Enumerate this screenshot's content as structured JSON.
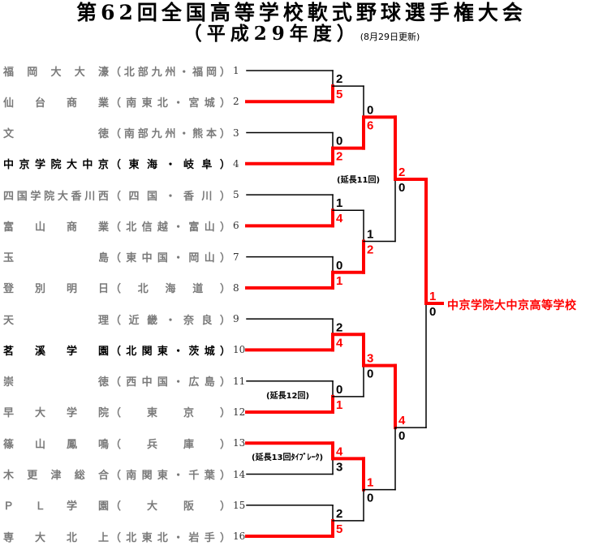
{
  "header": {
    "title": "第62回全国高等学校軟式野球選手権大会",
    "subtitle": "（平成29年度）",
    "updated": "(8月29日更新)"
  },
  "colors": {
    "winner": "#ff0000",
    "loser": "#000000",
    "team_default": "#7a7a7a",
    "team_advanced": "#000000"
  },
  "teams": [
    {
      "seed": "1",
      "name": [
        "福",
        "岡",
        "大",
        "大",
        "濠"
      ],
      "region": [
        "（",
        "北",
        "部",
        "九",
        "州",
        "・",
        "福",
        "岡",
        "）"
      ],
      "advanced": false
    },
    {
      "seed": "2",
      "name": [
        "仙",
        "台",
        "商",
        "業"
      ],
      "region": [
        "（",
        "南",
        "東",
        "北",
        "・",
        "宮",
        "城",
        "）"
      ],
      "advanced": false
    },
    {
      "seed": "3",
      "name": [
        "文",
        "徳"
      ],
      "region": [
        "（",
        "南",
        "部",
        "九",
        "州",
        "・",
        "熊",
        "本",
        "）"
      ],
      "advanced": false
    },
    {
      "seed": "4",
      "name": [
        "中",
        "京",
        "学",
        "院",
        "大",
        "中",
        "京"
      ],
      "region": [
        "（",
        "東",
        "海",
        "・",
        "岐",
        "阜",
        "）"
      ],
      "advanced": true
    },
    {
      "seed": "5",
      "name": [
        "四",
        "国",
        "学",
        "院",
        "大",
        "香",
        "川",
        "西"
      ],
      "region": [
        "（",
        "四",
        "国",
        "・",
        "香",
        "川",
        "）"
      ],
      "advanced": false
    },
    {
      "seed": "6",
      "name": [
        "富",
        "山",
        "商",
        "業"
      ],
      "region": [
        "（",
        "北",
        "信",
        "越",
        "・",
        "富",
        "山",
        "）"
      ],
      "advanced": false
    },
    {
      "seed": "7",
      "name": [
        "玉",
        "島"
      ],
      "region": [
        "（",
        "東",
        "中",
        "国",
        "・",
        "岡",
        "山",
        "）"
      ],
      "advanced": false
    },
    {
      "seed": "8",
      "name": [
        "登",
        "別",
        "明",
        "日"
      ],
      "region": [
        "（",
        "北",
        "海",
        "道",
        "）"
      ],
      "advanced": false
    },
    {
      "seed": "9",
      "name": [
        "天",
        "理"
      ],
      "region": [
        "（",
        "近",
        "畿",
        "・",
        "奈",
        "良",
        "）"
      ],
      "advanced": false
    },
    {
      "seed": "10",
      "name": [
        "茗",
        "溪",
        "学",
        "園"
      ],
      "region": [
        "（",
        "北",
        "関",
        "東",
        "・",
        "茨",
        "城",
        "）"
      ],
      "advanced": true
    },
    {
      "seed": "11",
      "name": [
        "崇",
        "徳"
      ],
      "region": [
        "（",
        "西",
        "中",
        "国",
        "・",
        "広",
        "島",
        "）"
      ],
      "advanced": false
    },
    {
      "seed": "12",
      "name": [
        "早",
        "大",
        "学",
        "院"
      ],
      "region": [
        "（",
        "東",
        "京",
        "）"
      ],
      "advanced": false
    },
    {
      "seed": "13",
      "name": [
        "篠",
        "山",
        "鳳",
        "鳴"
      ],
      "region": [
        "（",
        "兵",
        "庫",
        "）"
      ],
      "advanced": false
    },
    {
      "seed": "14",
      "name": [
        "木",
        "更",
        "津",
        "総",
        "合"
      ],
      "region": [
        "（",
        "南",
        "関",
        "東",
        "・",
        "千",
        "葉",
        "）"
      ],
      "advanced": false
    },
    {
      "seed": "15",
      "name": [
        "Ｐ",
        "Ｌ",
        "学",
        "園"
      ],
      "region": [
        "（",
        "大",
        "阪",
        "）"
      ],
      "advanced": false
    },
    {
      "seed": "16",
      "name": [
        "専",
        "大",
        "北",
        "上"
      ],
      "region": [
        "（",
        "北",
        "東",
        "北",
        "・",
        "岩",
        "手",
        "）"
      ],
      "advanced": false
    }
  ],
  "rounds": {
    "r1": [
      {
        "top_score": "2",
        "bottom_score": "5",
        "winner": "bottom",
        "note": ""
      },
      {
        "top_score": "0",
        "bottom_score": "2",
        "winner": "bottom",
        "note": ""
      },
      {
        "top_score": "1",
        "bottom_score": "4",
        "winner": "bottom",
        "note": ""
      },
      {
        "top_score": "0",
        "bottom_score": "1",
        "winner": "bottom",
        "note": ""
      },
      {
        "top_score": "2",
        "bottom_score": "4",
        "winner": "bottom",
        "note": ""
      },
      {
        "top_score": "0",
        "bottom_score": "1",
        "winner": "bottom",
        "note": "(延長12回)"
      },
      {
        "top_score": "4",
        "bottom_score": "3",
        "winner": "top",
        "note": "(延長13回ﾀｲﾌﾞﾚｰｸ)"
      },
      {
        "top_score": "2",
        "bottom_score": "5",
        "winner": "bottom",
        "note": ""
      }
    ],
    "r2": [
      {
        "top_score": "0",
        "bottom_score": "6",
        "winner": "bottom",
        "note": ""
      },
      {
        "top_score": "1",
        "bottom_score": "2",
        "winner": "bottom",
        "note": ""
      },
      {
        "top_score": "3",
        "bottom_score": "0",
        "winner": "top",
        "note": ""
      },
      {
        "top_score": "1",
        "bottom_score": "0",
        "winner": "top",
        "note": ""
      }
    ],
    "r3": [
      {
        "top_score": "2",
        "bottom_score": "0",
        "winner": "top",
        "note": "(延長11回)"
      },
      {
        "top_score": "4",
        "bottom_score": "0",
        "winner": "top",
        "note": ""
      }
    ],
    "final": [
      {
        "top_score": "1",
        "bottom_score": "0",
        "winner": "top",
        "note": ""
      }
    ]
  },
  "champion": "中京学院大中京高等学校"
}
